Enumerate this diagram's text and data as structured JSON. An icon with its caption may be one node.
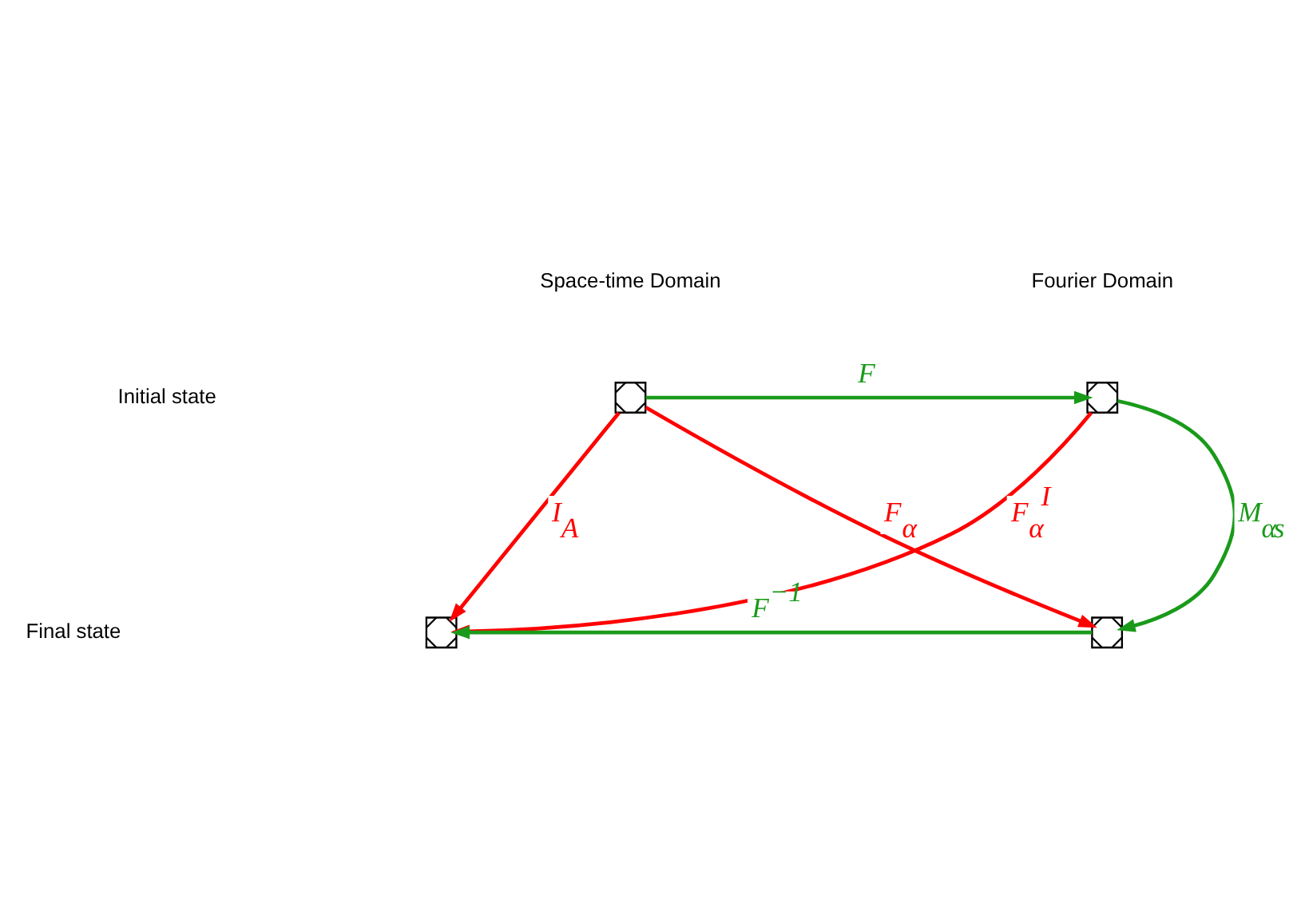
{
  "diagram": {
    "nodes": [
      {
        "text": [],
        "shape": "cross"
      },
      {
        "text": [],
        "shape": "cross"
      },
      {
        "text": [],
        "shape": "cross"
      },
      {
        "text": [],
        "shape": "cross"
      }
    ],
    "edges": [
      {
        "from": 0,
        "to": 1,
        "arrow": "to",
        "label": "F",
        "color": "#1a9a1a"
      },
      {
        "from": 1,
        "to": 3,
        "arrow": "to",
        "label": "M$_{α}$$_{s}$",
        "color": "#1a9a1a"
      },
      {
        "from": 3,
        "to": 2,
        "arrow": "to",
        "label": "F$^{−1}$",
        "color": "#1a9a1a"
      },
      {
        "from": 0,
        "to": 2,
        "arrow": "to",
        "label": "I$_{A}$",
        "color": "#ff0000"
      },
      {
        "from": 0,
        "to": 3,
        "arrow": "to",
        "label": "F$_{α}$",
        "color": "#ff0000"
      },
      {
        "from": 1,
        "to": 2,
        "arrow": "to",
        "label": "F$_{α}$$^{I}$",
        "color": "#ff0000"
      }
    ],
    "labels": [
      "Space-time Domain",
      "Fourier Domain",
      "Initial state",
      "Final state"
    ]
  }
}
